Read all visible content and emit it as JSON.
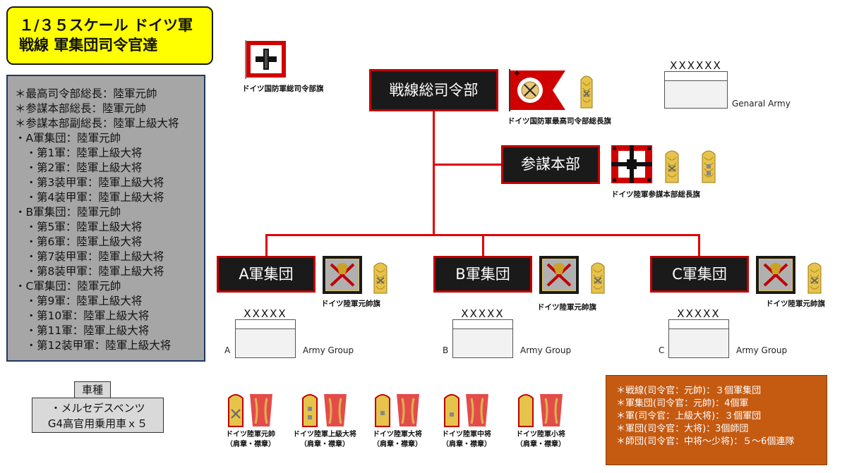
{
  "title": {
    "line1": "１/３５スケール ドイツ軍",
    "line2": "戦線 軍集団司令官達"
  },
  "list": [
    "＊最高司令部総長：陸軍元帥",
    "＊参謀本部総長：陸軍元帥",
    "＊参謀本部副総長：陸軍上級大将",
    "・A軍集団：陸軍元帥",
    "　・第1軍：陸軍上級大将",
    "　・第2軍：陸軍上級大将",
    "　・第3装甲軍：陸軍上級大将",
    "　・第4装甲軍：陸軍上級大将",
    "・B軍集団：陸軍元帥",
    "　・第5軍：陸軍上級大将",
    "　・第6軍：陸軍上級大将",
    "　・第7装甲軍：陸軍上級大将",
    "　・第8装甲軍：陸軍上級大将",
    "・C軍集団：陸軍元帥",
    "　・第9軍：陸軍上級大将",
    "　・第10軍：陸軍上級大将",
    "　・第11軍：陸軍上級大将",
    "　・第12装甲軍：陸軍上級大将"
  ],
  "vehicle": {
    "tag": "車種",
    "line1": "・メルセデスベンツ",
    "line2": "G4高官用乗用車ｘ５"
  },
  "front_hq": "戦線総司令部",
  "general_staff": "参謀本部",
  "groups": [
    {
      "name": "A軍集団",
      "flag_caption": "ドイツ陸軍元帥旗",
      "letter": "A",
      "xs": "XXXXX",
      "sym_label": "Army Group"
    },
    {
      "name": "B軍集団",
      "flag_caption": "ドイツ陸軍元帥旗",
      "letter": "B",
      "xs": "XXXXX",
      "sym_label": "Army Group"
    },
    {
      "name": "C軍集団",
      "flag_caption": "ドイツ陸軍元帥旗",
      "letter": "C",
      "xs": "XXXXX",
      "sym_label": "Army Group"
    }
  ],
  "flags": {
    "wehrmacht": "ドイツ国防軍総司令部旗",
    "okw_chief": "ドイツ国防軍最高司令部総長旗",
    "okh_chief": "ドイツ陸軍参謀本部総長旗"
  },
  "general_army": {
    "xs": "XXXXXX",
    "label": "Genaral Army"
  },
  "ranks": [
    {
      "line1": "ドイツ陸軍元帥",
      "line2": "（肩章・襟章）"
    },
    {
      "line1": "ドイツ陸軍上級大将",
      "line2": "（肩章・襟章）"
    },
    {
      "line1": "ドイツ陸軍大将",
      "line2": "（肩章・襟章）"
    },
    {
      "line1": "ドイツ陸軍中将",
      "line2": "（肩章・襟章）"
    },
    {
      "line1": "ドイツ陸軍小将",
      "line2": "（肩章・襟章）"
    }
  ],
  "notes": [
    "＊戦線(司令官：元帥)：３個軍集団",
    "＊軍集団(司令官：元帥)：4個軍",
    "＊軍(司令官：上級大将)：３個軍団",
    "＊軍団(司令官：大将)：3個師団",
    "＊師団(司令官：中将〜少将)：５〜6個連隊"
  ],
  "colors": {
    "accent": "#e00000",
    "title_bg": "#ffff00",
    "note_bg": "#c55a11",
    "list_bg": "#a6a6a6"
  }
}
